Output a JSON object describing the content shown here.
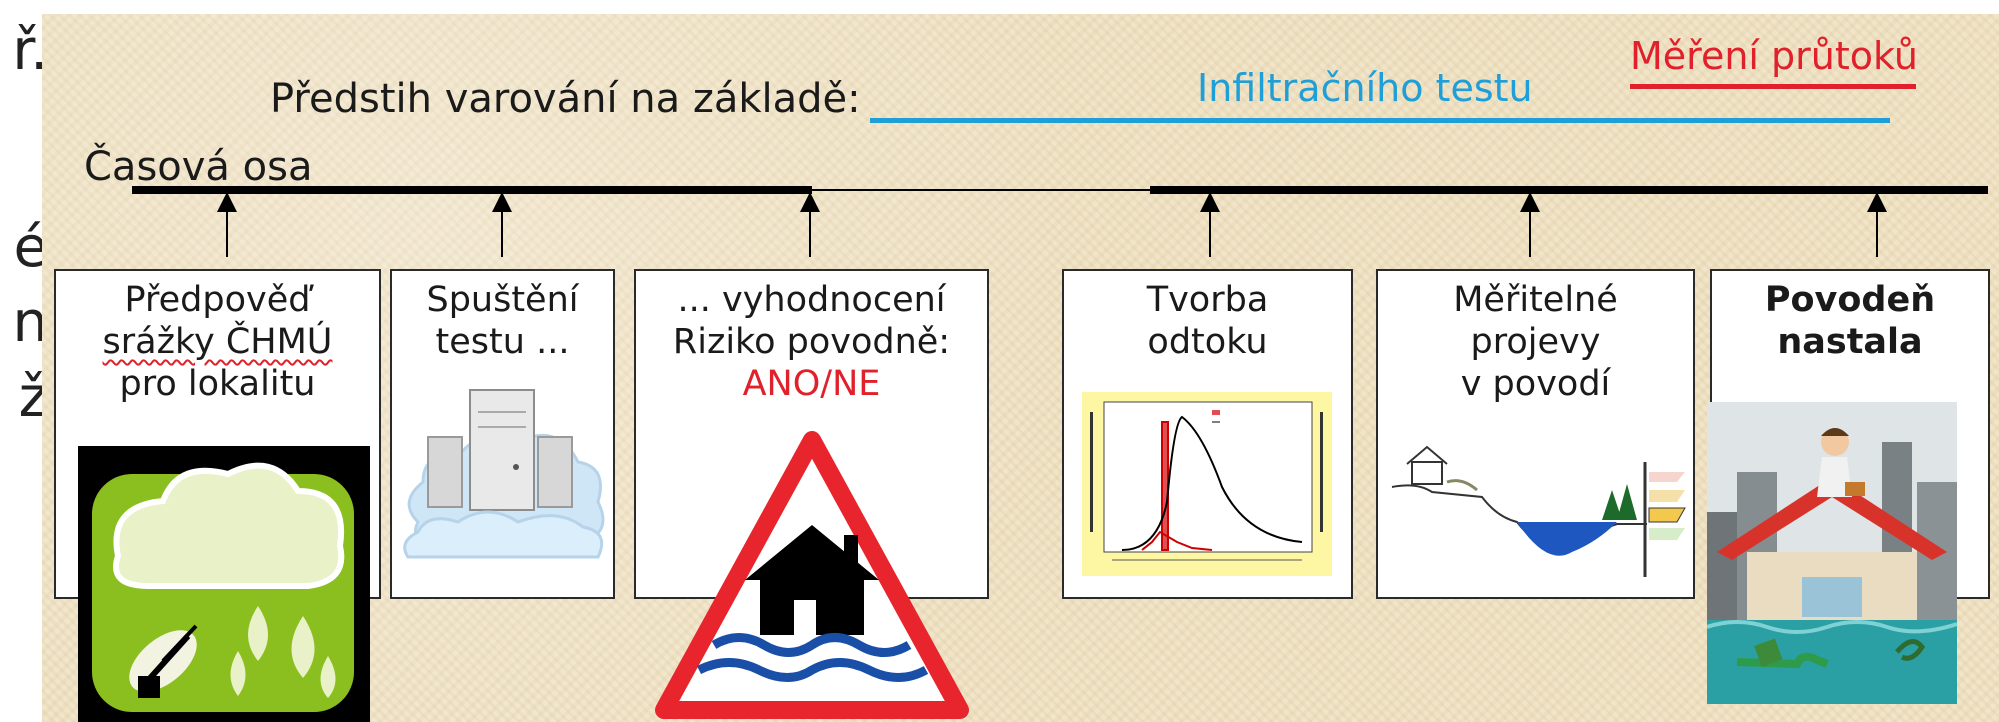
{
  "edge_letters": [
    "ř.",
    "é",
    "n",
    "ž"
  ],
  "header": {
    "lead_text": "Předstih varování na základě:",
    "infiltration_label": "Infiltračního testu",
    "measurement_label": "Měření průtoků",
    "axis_label": "Časová osa"
  },
  "boxes": [
    {
      "lines": [
        "Předpověď",
        "srážky ČHMÚ",
        "pro lokalitu"
      ]
    },
    {
      "lines": [
        "Spuštění",
        "testu ..."
      ]
    },
    {
      "lines": [
        "... vyhodnocení",
        "Riziko povodně:",
        "ANO/NE"
      ]
    },
    {
      "lines": [
        "Tvorba",
        "odtoku"
      ]
    },
    {
      "lines": [
        "Měřitelné",
        "projevy",
        "v povodí"
      ]
    },
    {
      "lines": [
        "Povodeň",
        "nastala"
      ]
    }
  ],
  "colors": {
    "infiltration": "#1e9fd8",
    "measurement": "#e0202a",
    "axis": "#000000",
    "alert": "#e0202a"
  },
  "icons": [
    "rain-cloud-icon",
    "satellite-dish-icon",
    "server-cloud-icon",
    "flood-warning-sign-icon",
    "hydrograph-chart-icon",
    "catchment-diagram-icon",
    "flood-scene-icon"
  ]
}
